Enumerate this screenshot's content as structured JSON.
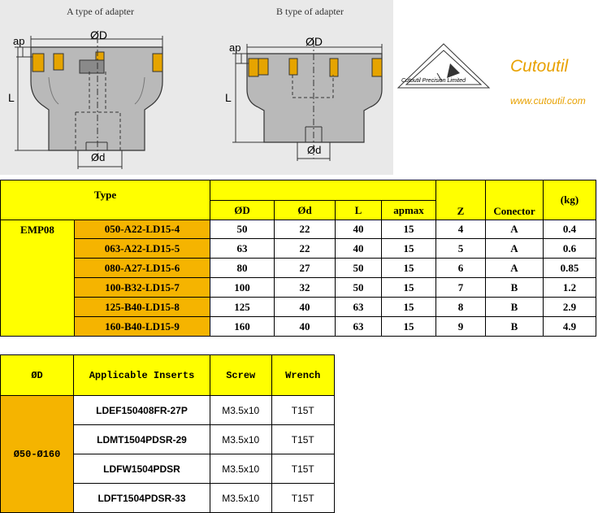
{
  "drawings": {
    "a_title": "A type of adapter",
    "b_title": "B type of adapter",
    "labels": {
      "ap": "ap",
      "od": "ØD",
      "l": "L",
      "d": "Ød"
    }
  },
  "logo": {
    "caption": "Cutoutil Precision Limited",
    "brand": "Cutoutil",
    "url": "www.cutoutil.com"
  },
  "colors": {
    "yellow": "#ffff00",
    "orange": "#f5b400",
    "brand": "#e8a100"
  },
  "table1": {
    "type_header": "Type",
    "headers": [
      "ØD",
      "Ød",
      "L",
      "apmax",
      "Z",
      "Conector",
      "(kg)"
    ],
    "series": "EMP08",
    "rows": [
      {
        "code": "050-A22-LD15-4",
        "od": "50",
        "d": "22",
        "l": "40",
        "ap": "15",
        "z": "4",
        "con": "A",
        "kg": "0.4"
      },
      {
        "code": "063-A22-LD15-5",
        "od": "63",
        "d": "22",
        "l": "40",
        "ap": "15",
        "z": "5",
        "con": "A",
        "kg": "0.6"
      },
      {
        "code": "080-A27-LD15-6",
        "od": "80",
        "d": "27",
        "l": "50",
        "ap": "15",
        "z": "6",
        "con": "A",
        "kg": "0.85"
      },
      {
        "code": "100-B32-LD15-7",
        "od": "100",
        "d": "32",
        "l": "50",
        "ap": "15",
        "z": "7",
        "con": "B",
        "kg": "1.2"
      },
      {
        "code": "125-B40-LD15-8",
        "od": "125",
        "d": "40",
        "l": "63",
        "ap": "15",
        "z": "8",
        "con": "B",
        "kg": "2.9"
      },
      {
        "code": "160-B40-LD15-9",
        "od": "160",
        "d": "40",
        "l": "63",
        "ap": "15",
        "z": "9",
        "con": "B",
        "kg": "4.9"
      }
    ]
  },
  "table2": {
    "headers": [
      "ØD",
      "Applicable Inserts",
      "Screw",
      "Wrench"
    ],
    "range": "Ø50-Ø160",
    "rows": [
      {
        "insert": "LDEF150408FR-27P",
        "screw": "M3.5x10",
        "wrench": "T15T"
      },
      {
        "insert": "LDMT1504PDSR-29",
        "screw": "M3.5x10",
        "wrench": "T15T"
      },
      {
        "insert": "LDFW1504PDSR",
        "screw": "M3.5x10",
        "wrench": "T15T"
      },
      {
        "insert": "LDFT1504PDSR-33",
        "screw": "M3.5x10",
        "wrench": "T15T"
      }
    ]
  }
}
